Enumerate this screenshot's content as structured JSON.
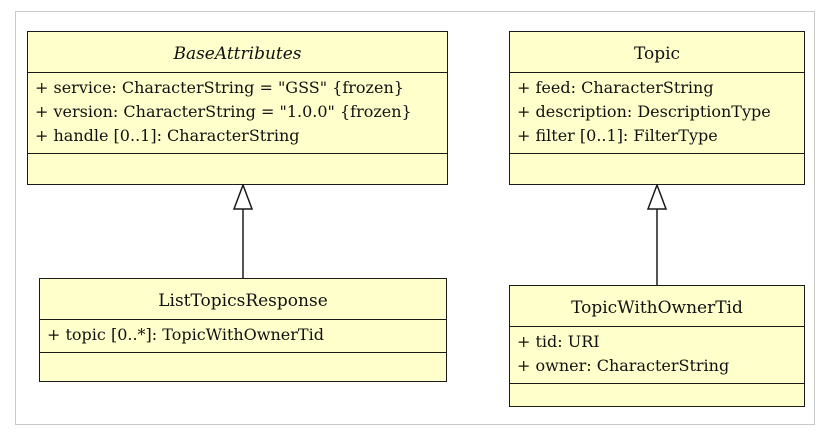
{
  "classes": {
    "base_attributes": {
      "name": "BaseAttributes",
      "attributes": [
        "+ service: CharacterString = \"GSS\" {frozen}",
        "+ version: CharacterString = \"1.0.0\" {frozen}",
        "+ handle [0..1]: CharacterString"
      ]
    },
    "topic": {
      "name": "Topic",
      "attributes": [
        "+ feed: CharacterString",
        "+ description: DescriptionType",
        "+ filter [0..1]: FilterType"
      ]
    },
    "list_topics_response": {
      "name": "ListTopicsResponse",
      "attributes": [
        "+ topic [0..*]: TopicWithOwnerTid"
      ]
    },
    "topic_with_owner_tid": {
      "name": "TopicWithOwnerTid",
      "attributes": [
        "+ tid: URI",
        "+ owner: CharacterString"
      ]
    }
  },
  "relationships": [
    {
      "type": "generalization",
      "from": "ListTopicsResponse",
      "to": "BaseAttributes"
    },
    {
      "type": "generalization",
      "from": "TopicWithOwnerTid",
      "to": "Topic"
    }
  ]
}
